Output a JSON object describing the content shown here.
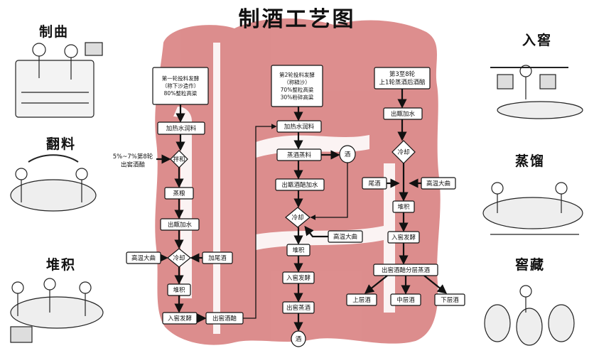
{
  "title": "制酒工艺图",
  "seal_text": "酒",
  "side_labels": {
    "zhiqu": "制曲",
    "fanliao": "翻料",
    "duiji": "堆积",
    "rujiao": "入窖",
    "zhengliu": "蒸馏",
    "jiaocang": "窖藏"
  },
  "round1": {
    "head": [
      "第一轮投料发酵",
      "（称下沙造作）",
      "80%整粒高粱"
    ],
    "heat": "加热水润料",
    "side_input": [
      "5%~7%第8轮",
      "出窖酒醅"
    ],
    "mix": "拌和",
    "steam": "蒸粮",
    "water": "出甑加水",
    "cool": "冷却",
    "add_qu": "高温大曲",
    "add_tail": "加尾酒",
    "pile": "堆积",
    "ferment": "入窖发酵",
    "out": "出窖酒醅"
  },
  "round2": {
    "head": [
      "第2轮投料发酵",
      "（称糙沙）",
      "70%整粒高粱",
      "30%粉碎高粱"
    ],
    "heat": "加热水润料",
    "steam": "蒸酒蒸料",
    "liquor_side": "酒",
    "water": "出甑酒醅加水",
    "cool": "冷却",
    "add_qu": "高温大曲",
    "pile": "堆积",
    "ferment": "入窖发酵",
    "steam_out": "出窖蒸酒",
    "liquor": "酒"
  },
  "round3": {
    "head": [
      "第3至8轮",
      "上1轮蒸酒后酒醅"
    ],
    "water": "出甑加水",
    "cool": "冷却",
    "tail": "尾酒",
    "add_qu": "高温大曲",
    "pile": "堆积",
    "ferment": "入窖发酵",
    "layered": "出窖酒醅分层蒸酒",
    "upper": "上层酒",
    "middle": "中层酒",
    "lower": "下层酒"
  },
  "colors": {
    "seal": "#d77a7a",
    "box_stroke": "#111111",
    "box_fill": "#ffffff",
    "arrow": "#111111"
  }
}
